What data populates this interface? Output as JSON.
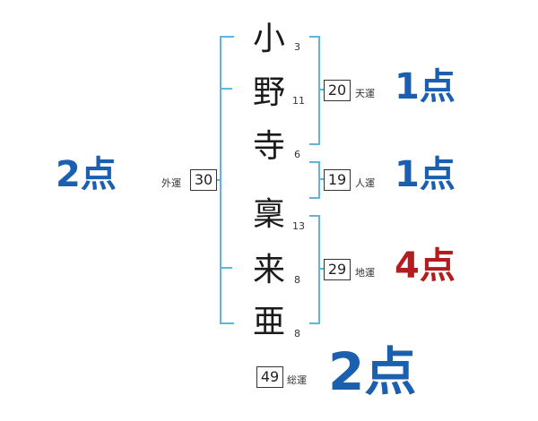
{
  "chars": [
    {
      "char": "小",
      "strokes": "3"
    },
    {
      "char": "野",
      "strokes": "11"
    },
    {
      "char": "寺",
      "strokes": "6"
    },
    {
      "char": "稟",
      "strokes": "13"
    },
    {
      "char": "来",
      "strokes": "8"
    },
    {
      "char": "亜",
      "strokes": "8"
    }
  ],
  "fortunes": {
    "tenkaku": {
      "value": "20",
      "label": "天運",
      "score": "1点"
    },
    "jinkaku": {
      "value": "19",
      "label": "人運",
      "score": "1点"
    },
    "chikaku": {
      "value": "29",
      "label": "地運",
      "score": "4点"
    },
    "gaikaku": {
      "value": "30",
      "label": "外運",
      "score": "2点"
    },
    "soukaku": {
      "value": "49",
      "label": "総運",
      "score": "2点"
    }
  },
  "colors": {
    "bracket": "#5db5e0",
    "blue": "#1a5fb0",
    "red": "#b31d1d"
  }
}
